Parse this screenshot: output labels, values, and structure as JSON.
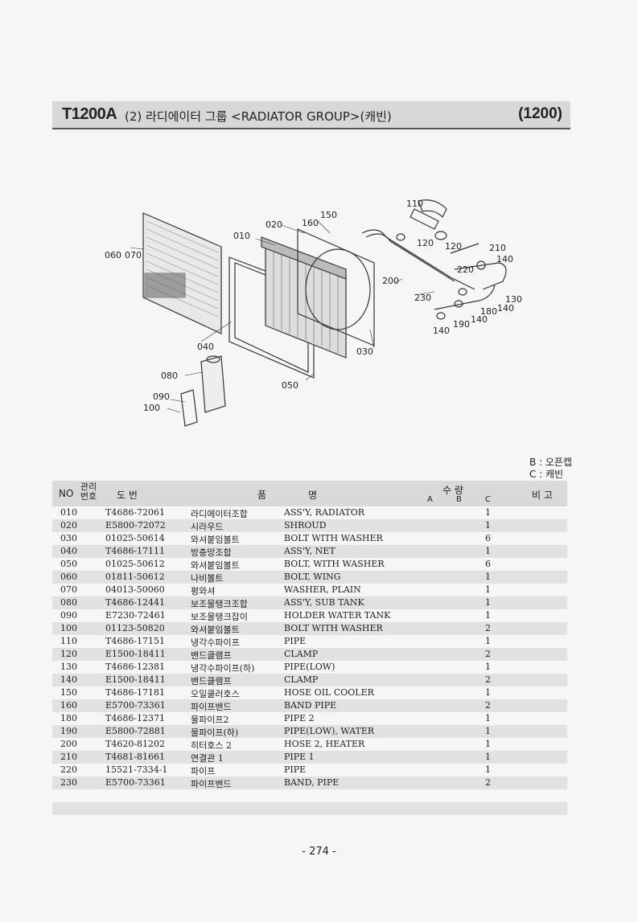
{
  "header": {
    "model": "T1200A",
    "title": "(2) 라디에이터 그룹 <RADIATOR GROUP>(캐빈)",
    "code": "(1200)"
  },
  "legend": {
    "b": "B : 오픈캡",
    "c": "C : 캐빈"
  },
  "table": {
    "headers": {
      "no": "NO",
      "mgmt": "관리번호",
      "drawing": "도 번",
      "item": "품",
      "name": "명",
      "qty": "수 량",
      "a": "A",
      "b": "B",
      "c": "C",
      "remark": "비 고"
    },
    "rows": [
      {
        "no": "010",
        "pn": "T4686-72061",
        "kr": "라디에이터조합",
        "en": "ASS'Y, RADIATOR",
        "qty": "1"
      },
      {
        "no": "020",
        "pn": "E5800-72072",
        "kr": "시라우드",
        "en": "SHROUD",
        "qty": "1"
      },
      {
        "no": "030",
        "pn": "01025-50614",
        "kr": "와셔붙임볼트",
        "en": "BOLT WITH WASHER",
        "qty": "6"
      },
      {
        "no": "040",
        "pn": "T4686-17111",
        "kr": "방충망조합",
        "en": "ASS'Y, NET",
        "qty": "1"
      },
      {
        "no": "050",
        "pn": "01025-50612",
        "kr": "와셔붙임볼트",
        "en": "BOLT, WITH WASHER",
        "qty": "6"
      },
      {
        "no": "060",
        "pn": "01811-50612",
        "kr": "나비볼트",
        "en": "BOLT, WING",
        "qty": "1"
      },
      {
        "no": "070",
        "pn": "04013-50060",
        "kr": "평와셔",
        "en": "WASHER, PLAIN",
        "qty": "1"
      },
      {
        "no": "080",
        "pn": "T4686-12441",
        "kr": "보조물탱크조합",
        "en": "ASS'Y, SUB TANK",
        "qty": "1"
      },
      {
        "no": "090",
        "pn": "E7230-72461",
        "kr": "보조물탱크잡이",
        "en": "HOLDER WATER TANK",
        "qty": "1"
      },
      {
        "no": "100",
        "pn": "01123-50820",
        "kr": "와셔붙임볼트",
        "en": "BOLT WITH WASHER",
        "qty": "2"
      },
      {
        "no": "110",
        "pn": "T4686-17151",
        "kr": "냉각수파이프",
        "en": "PIPE",
        "qty": "1"
      },
      {
        "no": "120",
        "pn": "E1500-18411",
        "kr": "밴드클램프",
        "en": "CLAMP",
        "qty": "2"
      },
      {
        "no": "130",
        "pn": "T4686-12381",
        "kr": "냉각수파이프(하)",
        "en": "PIPE(LOW)",
        "qty": "1"
      },
      {
        "no": "140",
        "pn": "E1500-18411",
        "kr": "밴드클램프",
        "en": "CLAMP",
        "qty": "2"
      },
      {
        "no": "150",
        "pn": "T4686-17181",
        "kr": "오일쿨러호스",
        "en": "HOSE OIL COOLER",
        "qty": "1"
      },
      {
        "no": "160",
        "pn": "E5700-73361",
        "kr": "파이프밴드",
        "en": "BAND PIPE",
        "qty": "2"
      },
      {
        "no": "180",
        "pn": "T4686-12371",
        "kr": "물파이프2",
        "en": "PIPE 2",
        "qty": "1"
      },
      {
        "no": "190",
        "pn": "E5800-72881",
        "kr": "물파이프(하)",
        "en": "PIPE(LOW), WATER",
        "qty": "1"
      },
      {
        "no": "200",
        "pn": "T4620-81202",
        "kr": "히터호스 2",
        "en": "HOSE 2, HEATER",
        "qty": "1"
      },
      {
        "no": "210",
        "pn": "T4681-81661",
        "kr": "연결관 1",
        "en": "PIPE 1",
        "qty": "1"
      },
      {
        "no": "220",
        "pn": "15521-7334-1",
        "kr": "파이프",
        "en": "PIPE",
        "qty": "1"
      },
      {
        "no": "230",
        "pn": "E5700-73361",
        "kr": "파이프밴드",
        "en": "BAND, PIPE",
        "qty": "2"
      }
    ]
  },
  "diagram_labels": {
    "l010": "010",
    "l020": "020",
    "l030": "030",
    "l040": "040",
    "l050": "050",
    "l060": "060",
    "l070": "070",
    "l080": "080",
    "l090": "090",
    "l100": "100",
    "l110": "110",
    "l120a": "120",
    "l120b": "120",
    "l130": "130",
    "l140a": "140",
    "l140b": "140",
    "l140c": "140",
    "l140d": "140",
    "l150": "150",
    "l160": "160",
    "l180": "180",
    "l190": "190",
    "l200": "200",
    "l210": "210",
    "l220": "220",
    "l230": "230"
  },
  "page": "- 274 -"
}
